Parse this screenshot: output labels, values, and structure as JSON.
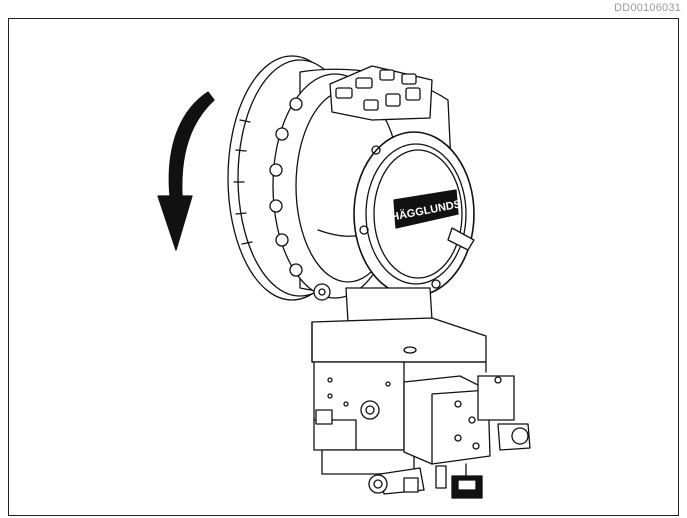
{
  "document_id": "DD00106031",
  "brand_logo_text": "HÄGGLUNDS",
  "colors": {
    "line": "#111111",
    "frame": "#222222",
    "id_text": "#9a9a9a"
  },
  "icons": {
    "rotation": "curved-arrow-counterclockwise"
  }
}
